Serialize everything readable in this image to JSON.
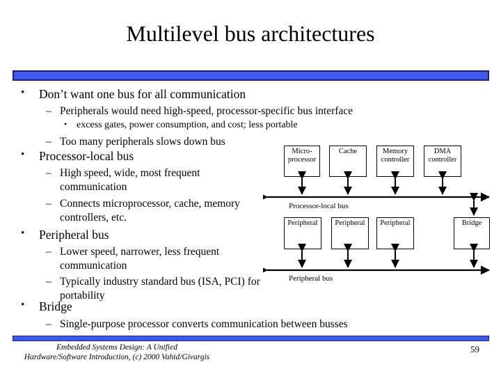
{
  "slide": {
    "title": "Multilevel bus architectures",
    "page_number": "59",
    "footer_line1": "Embedded Systems Design: A Unified",
    "footer_line2": "Hardware/Software Introduction, (c) 2000 Vahid/Givargis"
  },
  "colors": {
    "bar_fill": "#3e59ec",
    "bar_border": "#1f1f7a",
    "text": "#000000",
    "background": "#ffffff"
  },
  "bullets": [
    {
      "marker": "•",
      "level": 1,
      "text": "Don’t want one bus for all communication"
    },
    {
      "marker": "–",
      "level": 2,
      "text": "Peripherals would need high-speed, processor-specific bus interface"
    },
    {
      "marker": "•",
      "level": 3,
      "text": "excess gates, power consumption, and cost; less portable"
    },
    {
      "marker": "–",
      "level": 2,
      "text": "Too many peripherals slows down bus"
    },
    {
      "marker": "•",
      "level": 1,
      "text": "Processor-local bus"
    },
    {
      "marker": "–",
      "level": 2,
      "text": "High speed, wide, most frequent communication"
    },
    {
      "marker": "–",
      "level": 2,
      "text": "Connects microprocessor, cache, memory controllers, etc."
    },
    {
      "marker": "•",
      "level": 1,
      "text": "Peripheral bus"
    },
    {
      "marker": "–",
      "level": 2,
      "text": "Lower speed, narrower, less frequent communication"
    },
    {
      "marker": "–",
      "level": 2,
      "text": "Typically industry standard bus (ISA, PCI) for portability"
    },
    {
      "marker": "•",
      "level": 1,
      "text": "Bridge"
    },
    {
      "marker": "–",
      "level": 2,
      "text": "Single-purpose processor converts communication between busses"
    }
  ],
  "diagram": {
    "processor_bus_label": "Processor-local bus",
    "peripheral_bus_label": "Peripheral bus",
    "top_boxes": [
      {
        "label": "Micro-processor"
      },
      {
        "label": "Cache"
      },
      {
        "label": "Memory controller"
      },
      {
        "label": "DMA controller"
      }
    ],
    "bottom_boxes": [
      {
        "label": "Peripheral"
      },
      {
        "label": "Peripheral"
      },
      {
        "label": "Peripheral"
      },
      {
        "label": "Bridge"
      }
    ]
  }
}
